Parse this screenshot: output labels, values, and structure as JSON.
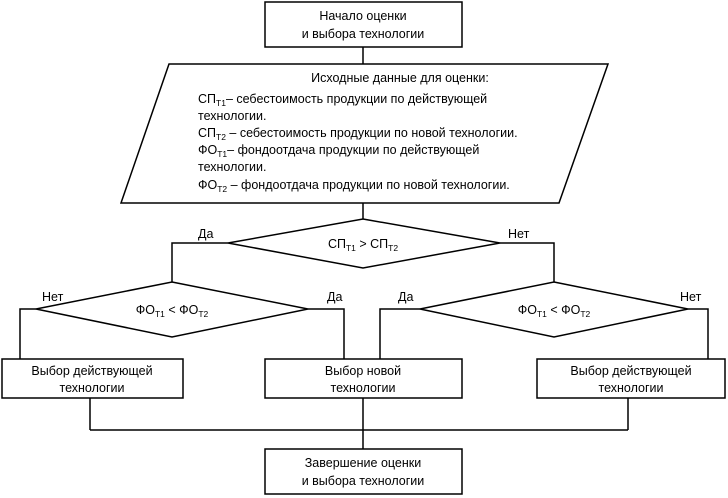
{
  "diagram": {
    "start": {
      "line1": "Начало оценки",
      "line2": "и выбора технологии"
    },
    "input": {
      "title": "Исходные данные для оценки:",
      "items": [
        {
          "sym": "СП",
          "sub": "Т1",
          "text": "– себестоимость продукции по действующей",
          "cont": "технологии."
        },
        {
          "sym": "СП",
          "sub": "Т2",
          "text": " – себестоимость продукции по новой технологии.",
          "cont": ""
        },
        {
          "sym": "ФО",
          "sub": "Т1",
          "text": "– фондоотдача продукции по действующей",
          "cont": "технологии."
        },
        {
          "sym": "ФО",
          "sub": "Т2",
          "text": " – фондоотдача продукции по новой технологии.",
          "cont": ""
        }
      ]
    },
    "decision_main": {
      "a": "СП",
      "a_sub": "Т1",
      "op": " > ",
      "b": "СП",
      "b_sub": "Т2"
    },
    "decision_left": {
      "a": "ФО",
      "a_sub": "Т1",
      "op": " < ",
      "b": "ФО",
      "b_sub": "Т2"
    },
    "decision_right": {
      "a": "ФО",
      "a_sub": "Т1",
      "op": " < ",
      "b": "ФО",
      "b_sub": "Т2"
    },
    "labels": {
      "main_yes": "Да",
      "main_no": "Нет",
      "left_no": "Нет",
      "left_yes": "Да",
      "right_yes": "Да",
      "right_no": "Нет"
    },
    "box_left": {
      "line1": "Выбор действующей",
      "line2": "технологии"
    },
    "box_mid": {
      "line1": "Выбор новой",
      "line2": "технологии"
    },
    "box_right": {
      "line1": "Выбор действующей",
      "line2": "технологии"
    },
    "end": {
      "line1": "Завершение оценки",
      "line2": "и выбора технологии"
    }
  }
}
